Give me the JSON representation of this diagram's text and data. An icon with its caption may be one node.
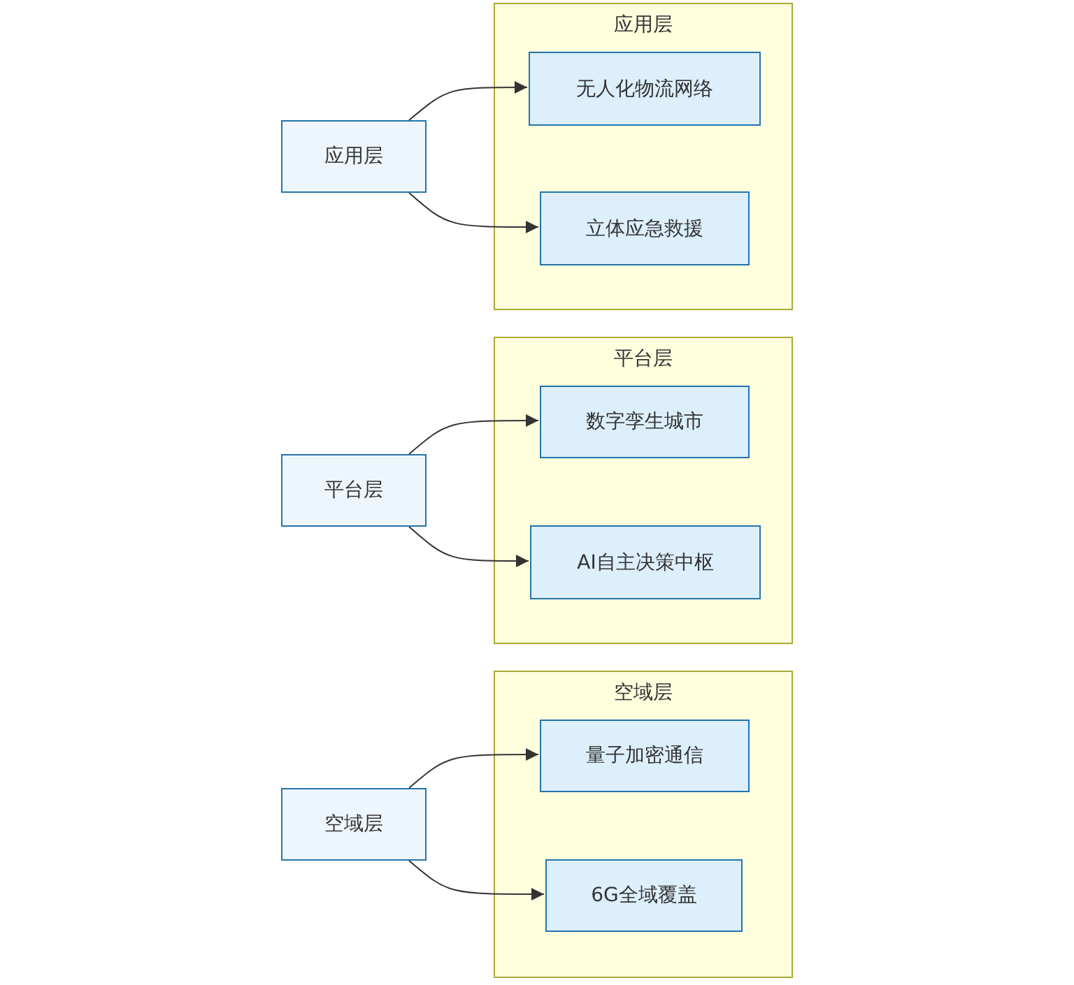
{
  "diagram": {
    "nodes": [
      {
        "text": [
          "应用层"
        ]
      },
      {
        "text": [
          "无人化物流网络"
        ],
        "in": 0
      },
      {
        "text": [
          "立体应急救援"
        ],
        "in": 0
      },
      {
        "text": [
          "应用层"
        ]
      },
      {
        "text": [
          "平台层"
        ]
      },
      {
        "text": [
          "数字孪生城市"
        ],
        "in": 4
      },
      {
        "text": [
          "AI自主决策中枢"
        ],
        "in": 4
      },
      {
        "text": [
          "平台层"
        ]
      },
      {
        "text": [
          "空域层"
        ]
      },
      {
        "text": [
          "量子加密通信"
        ],
        "in": 8
      },
      {
        "text": [
          "6G全域覆盖"
        ],
        "in": 8
      },
      {
        "text": [
          "空域层"
        ]
      }
    ],
    "edges": [
      {
        "from": 3,
        "to": 1,
        "arrow": "to"
      },
      {
        "from": 3,
        "to": 2,
        "arrow": "to"
      },
      {
        "from": 7,
        "to": 5,
        "arrow": "to"
      },
      {
        "from": 7,
        "to": 6,
        "arrow": "to"
      },
      {
        "from": 11,
        "to": 9,
        "arrow": "to"
      },
      {
        "from": 11,
        "to": 10,
        "arrow": "to"
      }
    ]
  }
}
